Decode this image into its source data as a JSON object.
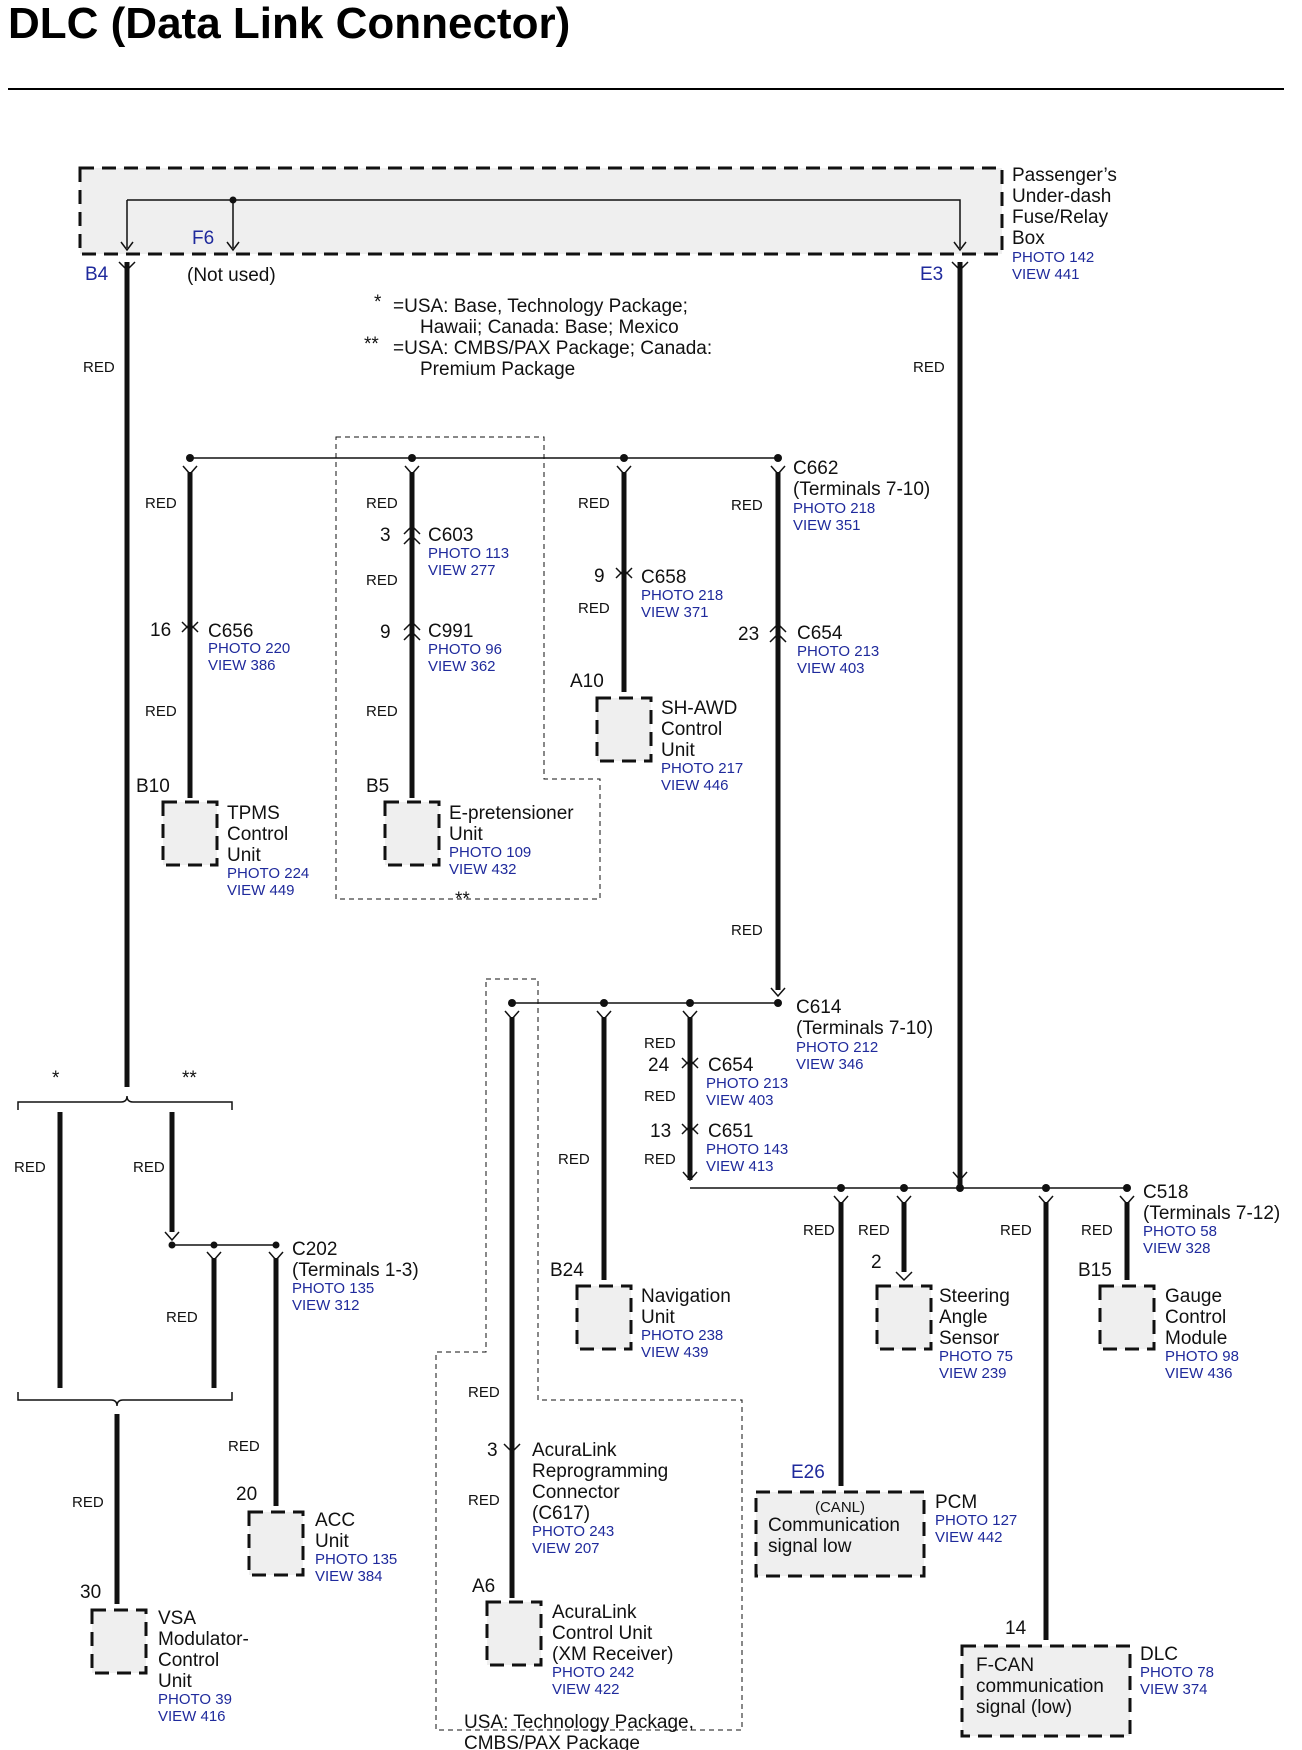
{
  "title": "DLC (Data Link Connector)",
  "wire_color": "RED",
  "footnotes": {
    "single_mark": "*",
    "single_line1": "=USA: Base, Technology Package;",
    "single_line2": "Hawaii; Canada: Base; Mexico",
    "double_mark": "**",
    "double_line1": "=USA: CMBS/PAX Package; Canada:",
    "double_line2": "Premium Package"
  },
  "fuse_box": {
    "name_lines": [
      "Passenger’s",
      "Under-dash",
      "Fuse/Relay",
      "Box"
    ],
    "photo": "PHOTO 142",
    "view": "VIEW 441",
    "fuse": "F6",
    "terminal_left": "B4",
    "terminal_right": "E3",
    "not_used": "(Not used)"
  },
  "connectors": {
    "c662": {
      "name": "C662",
      "sub": "(Terminals 7-10)",
      "photo": "PHOTO 218",
      "view": "VIEW 351"
    },
    "c603": {
      "name": "C603",
      "pin": "3",
      "photo": "PHOTO 113",
      "view": "VIEW 277"
    },
    "c991": {
      "name": "C991",
      "pin": "9",
      "photo": "PHOTO 96",
      "view": "VIEW 362"
    },
    "c656": {
      "name": "C656",
      "pin": "16",
      "photo": "PHOTO 220",
      "view": "VIEW 386"
    },
    "c658": {
      "name": "C658",
      "pin": "9",
      "photo": "PHOTO 218",
      "view": "VIEW 371"
    },
    "c654a": {
      "name": "C654",
      "pin": "23",
      "photo": "PHOTO 213",
      "view": "VIEW 403"
    },
    "c614": {
      "name": "C614",
      "sub": "(Terminals 7-10)",
      "photo": "PHOTO 212",
      "view": "VIEW 346"
    },
    "c654b": {
      "name": "C654",
      "pin": "24",
      "photo": "PHOTO 213",
      "view": "VIEW 403"
    },
    "c651": {
      "name": "C651",
      "pin": "13",
      "photo": "PHOTO 143",
      "view": "VIEW 413"
    },
    "c518": {
      "name": "C518",
      "sub": "(Terminals 7-12)",
      "photo": "PHOTO 58",
      "view": "VIEW 328"
    },
    "c202": {
      "name": "C202",
      "sub": "(Terminals 1-3)",
      "photo": "PHOTO 135",
      "view": "VIEW 312"
    }
  },
  "components": {
    "tpms": {
      "pin": "B10",
      "lines": [
        "TPMS",
        "Control",
        "Unit"
      ],
      "photo": "PHOTO 224",
      "view": "VIEW 449"
    },
    "epret": {
      "pin": "B5",
      "lines": [
        "E-pretensioner",
        "Unit"
      ],
      "photo": "PHOTO 109",
      "view": "VIEW 432",
      "mark": "**"
    },
    "shawd": {
      "pin": "A10",
      "lines": [
        "SH-AWD",
        "Control",
        "Unit"
      ],
      "photo": "PHOTO 217",
      "view": "VIEW 446"
    },
    "nav": {
      "pin": "B24",
      "lines": [
        "Navigation",
        "Unit"
      ],
      "photo": "PHOTO 238",
      "view": "VIEW 439"
    },
    "steer": {
      "pin": "2",
      "lines": [
        "Steering",
        "Angle",
        "Sensor"
      ],
      "photo": "PHOTO 75",
      "view": "VIEW 239"
    },
    "gauge": {
      "pin": "B15",
      "lines": [
        "Gauge",
        "Control",
        "Module"
      ],
      "photo": "PHOTO 98",
      "view": "VIEW 436"
    },
    "acurareprog": {
      "pin": "3",
      "lines": [
        "AcuraLink",
        "Reprogramming",
        "Connector",
        "(C617)"
      ],
      "photo": "PHOTO 243",
      "view": "VIEW 207"
    },
    "acuraunit": {
      "pin": "A6",
      "lines": [
        "AcuraLink",
        "Control Unit",
        "(XM Receiver)"
      ],
      "photo": "PHOTO 242",
      "view": "VIEW 422"
    },
    "pcm": {
      "pin": "E26",
      "name": "PCM",
      "inner1": "(CANL)",
      "inner2": "Communication",
      "inner3": "signal low",
      "photo": "PHOTO 127",
      "view": "VIEW 442"
    },
    "dlc": {
      "pin": "14",
      "name": "DLC",
      "inner1": "F-CAN",
      "inner2": "communication",
      "inner3": "signal (low)",
      "photo": "PHOTO 78",
      "view": "VIEW 374"
    },
    "acc": {
      "pin": "20",
      "lines": [
        "ACC",
        "Unit"
      ],
      "photo": "PHOTO 135",
      "view": "VIEW 384"
    },
    "vsa": {
      "pin": "30",
      "lines": [
        "VSA",
        "Modulator-",
        "Control",
        "Unit"
      ],
      "photo": "PHOTO 39",
      "view": "VIEW 416"
    }
  },
  "branch_marks": {
    "left": "*",
    "right": "**"
  },
  "package_note": [
    "USA: Technology Package,",
    "CMBS/PAX Package"
  ]
}
